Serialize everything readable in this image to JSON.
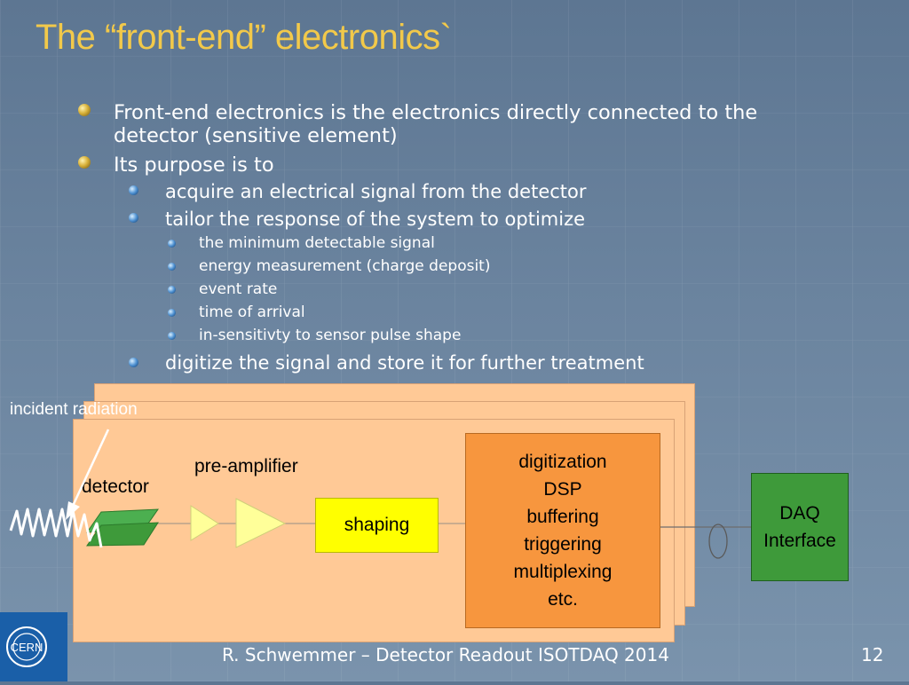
{
  "title": "The “front-end” electronics`",
  "bullets": {
    "b1": "Front-end electronics is the electronics directly connected to the",
    "b1_cont": "detector (sensitive element)",
    "b2": "Its purpose is to",
    "b2_1": "acquire an electrical signal from the detector",
    "b2_2": "tailor the response of the system to optimize",
    "b2_2_items": [
      "the minimum detectable signal",
      "energy measurement (charge deposit)",
      "event rate",
      "time of arrival",
      "in-sensitivty to sensor pulse shape"
    ],
    "b2_3": "digitize the signal and store it for further treatment"
  },
  "diagram": {
    "incident": "incident radiation",
    "detector": "detector",
    "preamp": "pre-amplifier",
    "shaping": "shaping",
    "digi_lines": [
      "digitization",
      "DSP",
      "buffering",
      "triggering",
      "multiplexing",
      "etc."
    ],
    "daq_lines": [
      "DAQ",
      "Interface"
    ]
  },
  "footer": {
    "text": "R. Schwemmer – Detector Readout ISOTDAQ 2014",
    "page": "12"
  },
  "logo": {
    "text": "CERN"
  },
  "colors": {
    "title": "#f2c94a",
    "card": "#ffc996",
    "digi": "#f7963e",
    "shaping": "#ffff00",
    "daq": "#3e9a3a",
    "preamp": "#ffff99",
    "detector": "#3e9a3a"
  }
}
